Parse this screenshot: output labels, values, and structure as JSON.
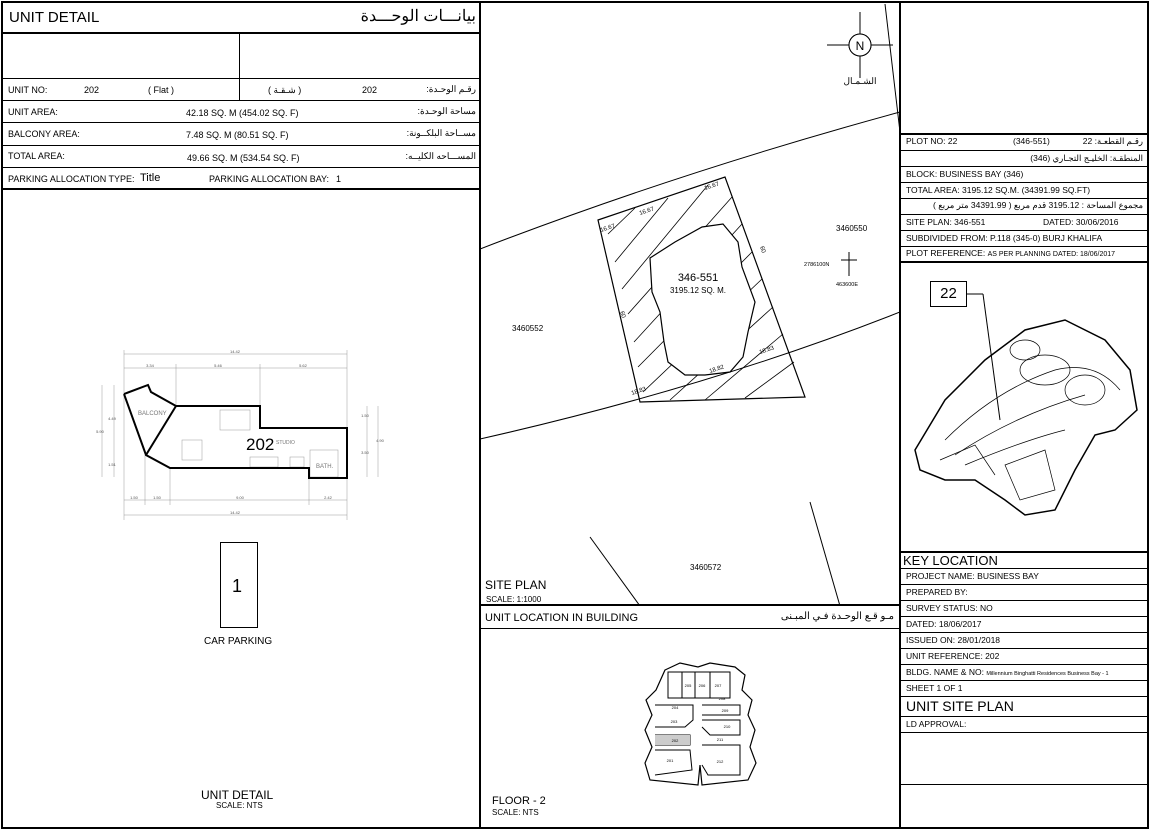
{
  "unit_detail": {
    "title": "UNIT DETAIL",
    "title_ar": "بيانـــات الوحـــدة",
    "unit_no_label": "UNIT NO:",
    "unit_no": "202",
    "unit_type": "(     Flat     )",
    "unit_type_ar": "(     شـقـة     )",
    "unit_no_ar": "202",
    "unit_no_label_ar": "رقـم الوحـدة:",
    "unit_area_label": "UNIT AREA:",
    "unit_area": "42.18 SQ. M (454.02 SQ. F)",
    "unit_area_label_ar": "مساحة الوحـدة:",
    "balcony_area_label": "BALCONY AREA:",
    "balcony_area": "7.48 SQ. M (80.51 SQ. F)",
    "balcony_area_label_ar": "مســاحة البلكــونة:",
    "total_area_label": "TOTAL AREA:",
    "total_area": "49.66 SQ. M (534.54 SQ. F)",
    "total_area_label_ar": "المســـاحه الكليــه:",
    "parking_type_label": "PARKING ALLOCATION TYPE:",
    "parking_type": "Title",
    "parking_bay_label": "PARKING ALLOCATION BAY:",
    "parking_bay": "1"
  },
  "unit_drawing": {
    "unit_number": "202",
    "studio": "STUDIO",
    "balcony": "BALCONY",
    "bath": "BATH.",
    "dims_top": [
      "14.42",
      "3.34",
      "5.46",
      "5.62"
    ],
    "dims_bottom": [
      "1.50",
      "1.50",
      "9.00",
      "2.42",
      "14.42"
    ],
    "dims_left": [
      "5.90",
      "4.49",
      "1.51"
    ],
    "dims_right": [
      "1.50",
      "3.50",
      "4.90"
    ],
    "parking_number": "1",
    "parking_label": "CAR PARKING",
    "caption": "UNIT DETAIL",
    "scale": "SCALE: NTS"
  },
  "site_plan": {
    "north": "N",
    "north_ar": "الشـمـال",
    "plot": "346-551",
    "plot_area": "3195.12 SQ. M.",
    "neighbors": [
      "3460550",
      "3460552",
      "3460572"
    ],
    "coord_n": "2786100N",
    "coord_e": "463600E",
    "edges": [
      "16.67",
      "16.67",
      "16.67",
      "60",
      "60",
      "18.83",
      "18.82",
      "18.83"
    ],
    "caption": "SITE PLAN",
    "scale": "SCALE: 1:1000"
  },
  "unit_location": {
    "title": "UNIT LOCATION IN BUILDING",
    "title_ar": "مـو قـع الوحـدة  فـي المبـنى",
    "units": [
      "205",
      "206",
      "207",
      "204",
      "208",
      "203",
      "209",
      "210",
      "202",
      "211",
      "201",
      "212"
    ],
    "caption": "FLOOR - 2",
    "scale": "SCALE: NTS"
  },
  "plot_info": {
    "plot_no": "PLOT NO:  22",
    "plot_ref": "(346-551)",
    "plot_no_ar": "رقـم القطعـة:   22",
    "region_ar": "المنطقـة: الخليـج التجـاري (346)",
    "block": "BLOCK:   BUSINESS BAY (346)",
    "total_area": "TOTAL AREA:   3195.12 SQ.M.       (34391.99 SQ.FT)",
    "total_area_ar": "مجموع المساحة :   3195.12 قدم مربع  ( 34391.99  متر مربع )",
    "site_plan": "SITE PLAN:  346-551",
    "site_plan_dated": "DATED:   30/06/2016",
    "subdivided": "SUBDIVIDED FROM:   P.118 (345-0) BURJ KHALIFA",
    "plot_reference": "PLOT REFERENCE:",
    "plot_reference_value": "AS PER PLANNING  DATED:  18/06/2017"
  },
  "key_location": {
    "marker": "22",
    "title": "KEY LOCATION",
    "rows": [
      "PROJECT NAME:  BUSINESS BAY",
      "PREPARED BY:",
      "SURVEY STATUS:  NO",
      "DATED:        18/06/2017",
      "ISSUED ON:  28/01/2018",
      "UNIT REFERENCE:  202"
    ],
    "bldg_label": "BLDG. NAME & NO:",
    "bldg_value": "Millennium Binghatti Residences Business Bay - 1",
    "sheet": "SHEET 1 OF 1",
    "doc_title": "UNIT SITE PLAN",
    "approval": "LD APPROVAL:"
  }
}
